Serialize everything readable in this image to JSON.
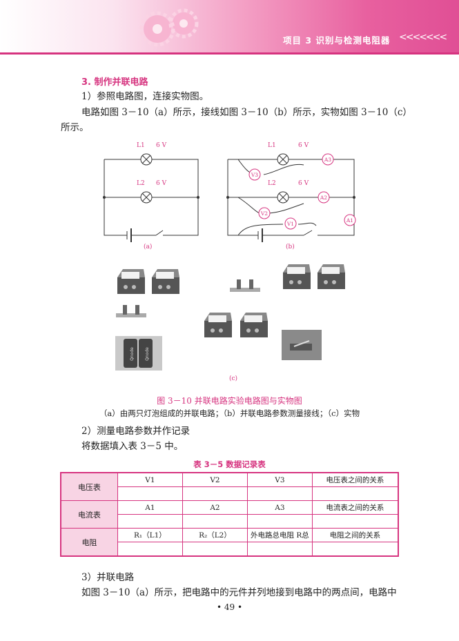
{
  "header": {
    "title": "项目 3   识别与检测电阻器",
    "arrows": "<<<<<<<"
  },
  "section": {
    "heading": "3. 制作并联电路"
  },
  "paragraphs": {
    "p1": "1）参照电路图，连接实物图。",
    "p2a": "电路如图 3－10（a）所示，接线如图 3－10（b）所示，实物如图 3－10（c）",
    "p2b": "所示。"
  },
  "figure": {
    "circuit_a": {
      "l1": "L1",
      "v1": "6 V",
      "l2": "L2",
      "v2": "6 V",
      "caption": "(a)"
    },
    "circuit_b": {
      "l1": "L1",
      "v1": "6 V",
      "l2": "L2",
      "v2": "6 V",
      "meters": [
        "A3",
        "V3",
        "A2",
        "V2",
        "V1",
        "A1"
      ],
      "caption": "(b)"
    },
    "photos_caption": "(c)",
    "battery_text": "Qnode",
    "title": "图 3－10    并联电路实验电路图与实物图",
    "desc": "（a）由两只灯泡组成的并联电路；（b）并联电路参数测量接线；（c）实物"
  },
  "step2": {
    "heading": "2）测量电路参数并作记录",
    "text": "将数据填入表 3－5 中。"
  },
  "table": {
    "title": "表 3－5   数据记录表",
    "rows": [
      {
        "label": "电压表",
        "cells": [
          "V1",
          "V2",
          "V3",
          "电压表之间的关系"
        ]
      },
      {
        "label": "电流表",
        "cells": [
          "A1",
          "A2",
          "A3",
          "电流表之间的关系"
        ]
      },
      {
        "label": "电阻",
        "cells": [
          "R₁（L1）",
          "R₂（L2）",
          "外电路总电阻 R总",
          "电阻之间的关系"
        ]
      }
    ]
  },
  "step3": {
    "heading": "3）并联电路",
    "text": "如图 3－10（a）所示，把电路中的元件并列地接到电路中的两点间，电路中"
  },
  "page_number": "• 49 •",
  "colors": {
    "accent": "#d6337f",
    "table_head_bg": "#f8d4e4"
  }
}
